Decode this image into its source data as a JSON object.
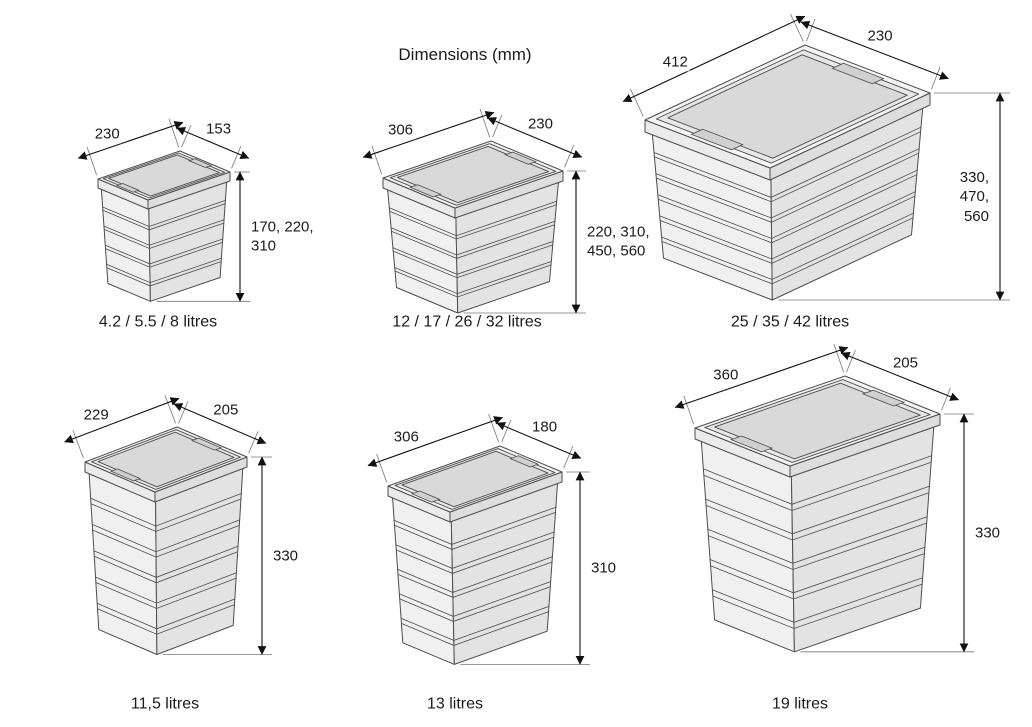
{
  "title": "Dimensions (mm)",
  "bins": [
    {
      "width": "230",
      "depth": "153",
      "height": "170, 220,\n310",
      "label": "4.2 / 5.5 / 8 litres"
    },
    {
      "width": "306",
      "depth": "230",
      "height": "220, 310,\n450, 560",
      "label": "12 / 17 / 26 / 32 litres"
    },
    {
      "width": "412",
      "depth": "230",
      "height": "330,\n470,\n560",
      "label": "25 / 35 / 42 litres"
    },
    {
      "width": "229",
      "depth": "205",
      "height": "330",
      "label": "11,5 litres"
    },
    {
      "width": "306",
      "depth": "180",
      "height": "310",
      "label": "13 litres"
    },
    {
      "width": "360",
      "depth": "205",
      "height": "330",
      "label": "19 litres"
    }
  ]
}
